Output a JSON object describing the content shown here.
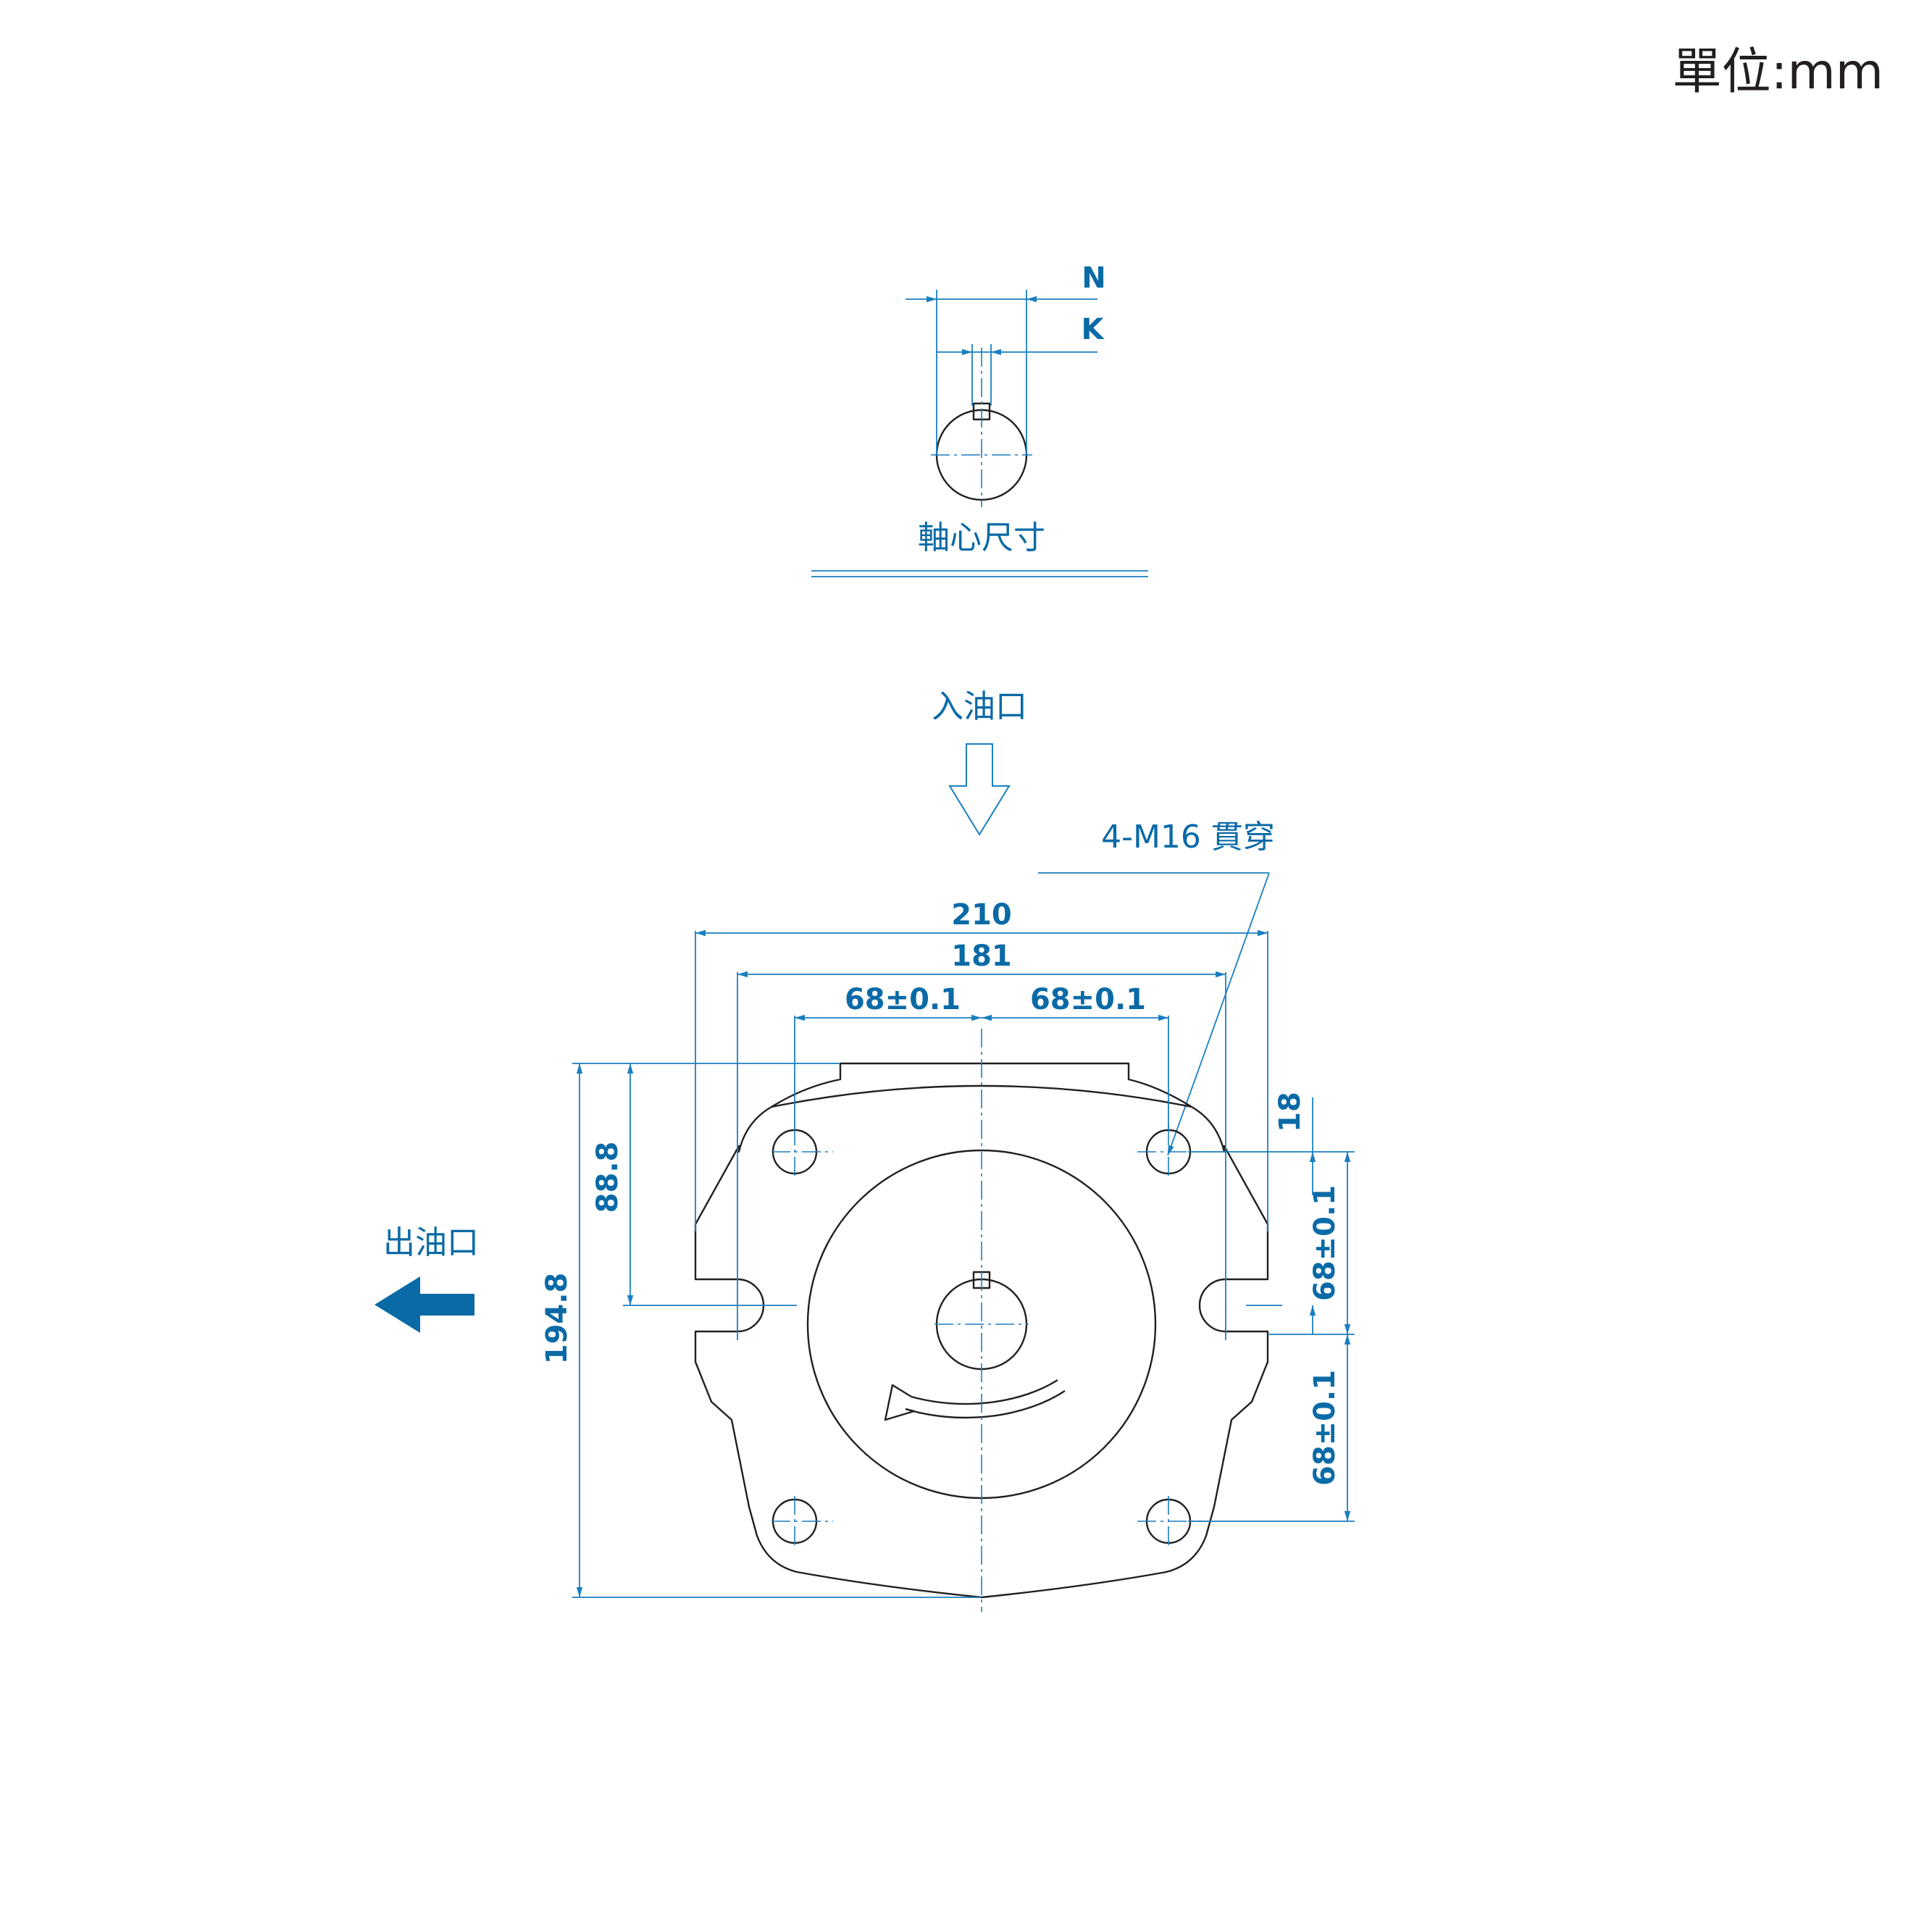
{
  "unit_label": "單位:mm",
  "shaft": {
    "title": "軸心尺寸",
    "label_n": "N",
    "label_k": "K"
  },
  "ports": {
    "inlet_label": "入油口",
    "outlet_label": "出油口"
  },
  "callout": {
    "bolt_holes": "4-M16 貫穿"
  },
  "dimensions": {
    "overall_width": "210",
    "slot_width": "181",
    "hole_spacing_left": "68±0.1",
    "hole_spacing_right": "68±0.1",
    "top_to_slot": "88.8",
    "overall_height": "194.8",
    "top_hole_offset": "18",
    "upper_hole_spacing": "68±0.1",
    "lower_hole_spacing": "68±0.1"
  },
  "colors": {
    "dimension_blue": "#1a7fbf",
    "outline": "#231f20"
  }
}
